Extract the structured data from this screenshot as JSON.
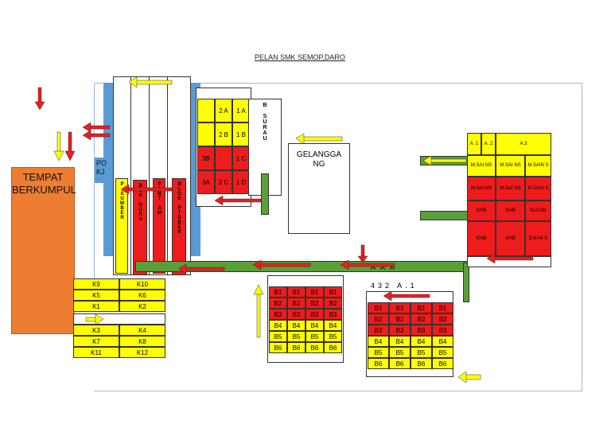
{
  "title": "PELAN SMK SEMOP,DARO",
  "tempat": "TEMPAT BERKUMPUL",
  "gelanggang": "GELANGGA NG",
  "surau": "B SURAU",
  "pondok": "PO KJ",
  "blocks": {
    "p_sumber": "P SUMBER",
    "blk_guru": "BLK GURU",
    "pibt_am": "PIBT AM",
    "blok_ptdber": "BLOK PTDBER"
  },
  "block_2": {
    "rows": [
      [
        "",
        "2 A",
        "1 A"
      ],
      [
        "",
        "2 B",
        "1 B"
      ],
      [
        "3B",
        "",
        "1 C"
      ],
      [
        "3A",
        "2 C",
        "1 D"
      ]
    ]
  },
  "block_k": {
    "top": [
      [
        "K9",
        "K10"
      ],
      [
        "K5",
        "K6"
      ],
      [
        "K1",
        "K2"
      ]
    ],
    "bottom": [
      [
        "K3",
        "K4"
      ],
      [
        "K7",
        "K8"
      ],
      [
        "K11",
        "K12"
      ]
    ]
  },
  "block_b_left": [
    [
      "B1",
      "B1",
      "B1",
      "B1"
    ],
    [
      "B2",
      "B2",
      "B2",
      "B2"
    ],
    [
      "B3",
      "B3",
      "B3",
      "B3"
    ],
    [
      "B4",
      "B4",
      "B4",
      "B4"
    ],
    [
      "B5",
      "B5",
      "B5",
      "B5"
    ],
    [
      "B6",
      "B6",
      "B6",
      "B6"
    ]
  ],
  "block_b_right": [
    [
      "B1",
      "B1",
      "B1",
      "B1"
    ],
    [
      "B2",
      "B2",
      "B2",
      "B2"
    ],
    [
      "B3",
      "B3",
      "B3",
      "B3"
    ],
    [
      "B4",
      "B4",
      "B4",
      "B4"
    ],
    [
      "B5",
      "B5",
      "B5",
      "B5"
    ],
    [
      "B6",
      "B6",
      "B6",
      "B6"
    ]
  ],
  "a_labels": [
    "A",
    "A",
    "A",
    "4",
    "3",
    "2",
    "A.1"
  ],
  "block_a": {
    "header": [
      "A. 1",
      "A. 2",
      "A.3"
    ],
    "rows": [
      [
        "M.SAI NS",
        "M.SAI NS",
        "M.SAIN S"
      ],
      [
        "M.SAI NS",
        "M.SAI NS",
        "M.SAIN S"
      ],
      [
        "KHB",
        "KHB",
        "M.KOM"
      ],
      [
        "KHB",
        "KHB",
        "B.KHA S"
      ]
    ]
  },
  "colors": {
    "red": "#ee1c1c",
    "yellow": "#ffff00",
    "green": "#5a9f3a",
    "orange": "#ed7d31",
    "blue": "#5b9bd5"
  }
}
